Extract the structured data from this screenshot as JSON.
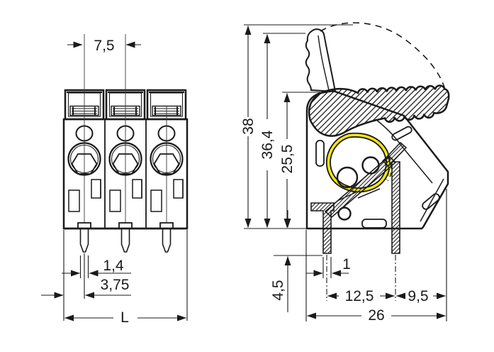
{
  "drawing": {
    "front_view": {
      "pole_pitch": "7,5",
      "pin_width": "1,4",
      "edge_to_first_pole": "3,75",
      "overall_length": "L"
    },
    "side_view": {
      "max_height_lever_travel": "38",
      "height_lever_open": "36,4",
      "height_lever_closed": "25,5",
      "pin_length": "4,5",
      "pin_width": "1",
      "pin_row_distance": "12,5",
      "pin_to_back_edge": "9,5",
      "overall_depth": "26"
    },
    "colors": {
      "housing_grey": "#b9b9b9",
      "lever_grey": "#bfbfbf",
      "detail_grey": "#c2c2c2",
      "slot_grey": "#d8d8d8",
      "actuator_yellow": "#f2e412",
      "conductor_orange": "#e78d33",
      "line": "#1a1a1a",
      "background": "#ffffff"
    }
  }
}
